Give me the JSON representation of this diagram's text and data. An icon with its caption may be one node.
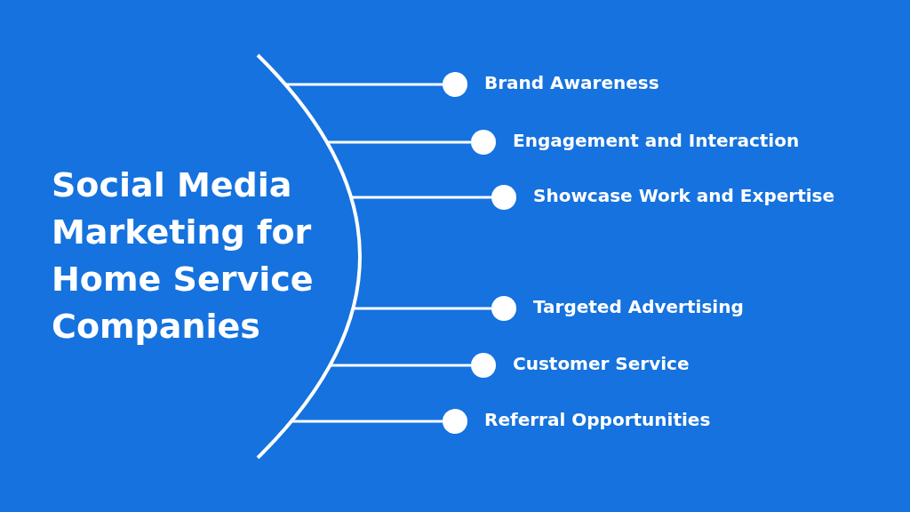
{
  "diagram": {
    "title": "Social Media Marketing for Home Service Companies",
    "nodes": [
      {
        "text": [],
        "shape": "arc"
      },
      {
        "text": [],
        "shape": "circle",
        "beside": [
          "Brand Awareness"
        ]
      },
      {
        "text": [],
        "shape": "circle",
        "beside": [
          "Engagement and Interaction"
        ]
      },
      {
        "text": [],
        "shape": "circle",
        "beside": [
          "Showcase Work and Expertise"
        ]
      },
      {
        "text": [],
        "shape": "circle",
        "beside": [
          "Targeted Advertising"
        ]
      },
      {
        "text": [],
        "shape": "circle",
        "beside": [
          "Customer Service"
        ]
      },
      {
        "text": [],
        "shape": "circle",
        "beside": [
          "Referral Opportunities"
        ]
      }
    ],
    "edges": [
      {
        "from": 0,
        "to": 1,
        "arrow": "none"
      },
      {
        "from": 0,
        "to": 2,
        "arrow": "none"
      },
      {
        "from": 0,
        "to": 3,
        "arrow": "none"
      },
      {
        "from": 0,
        "to": 4,
        "arrow": "none"
      },
      {
        "from": 0,
        "to": 5,
        "arrow": "none"
      },
      {
        "from": 0,
        "to": 6,
        "arrow": "none"
      }
    ]
  }
}
